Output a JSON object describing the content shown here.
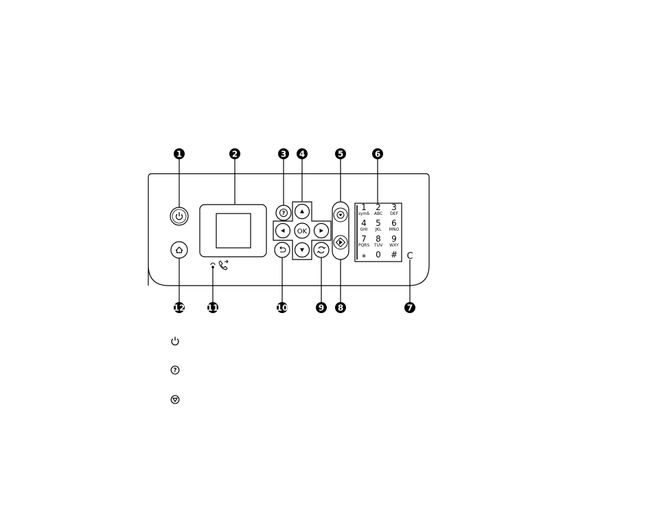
{
  "callouts": [
    "1",
    "2",
    "3",
    "4",
    "5",
    "6",
    "7",
    "8",
    "9",
    "10",
    "11",
    "12"
  ],
  "dpad": {
    "ok_label": "OK"
  },
  "keypad": {
    "keys": [
      {
        "digit": "1",
        "letters": "symb"
      },
      {
        "digit": "2",
        "letters": "ABC"
      },
      {
        "digit": "3",
        "letters": "DEF"
      },
      {
        "digit": "4",
        "letters": "GHI"
      },
      {
        "digit": "5",
        "letters": "JKL"
      },
      {
        "digit": "6",
        "letters": "MNO"
      },
      {
        "digit": "7",
        "letters": "PQRS"
      },
      {
        "digit": "8",
        "letters": "TUV"
      },
      {
        "digit": "9",
        "letters": "WXY"
      },
      {
        "digit": "⁎",
        "letters": ""
      },
      {
        "digit": "0",
        "letters": ""
      },
      {
        "digit": "#",
        "letters": ""
      }
    ],
    "clear_label": "C"
  },
  "legend": {
    "items": [
      {
        "icon": "power-icon"
      },
      {
        "icon": "help-icon"
      },
      {
        "icon": "stop-icon"
      }
    ]
  },
  "colors": {
    "ink": "#000000",
    "paper": "#ffffff"
  }
}
